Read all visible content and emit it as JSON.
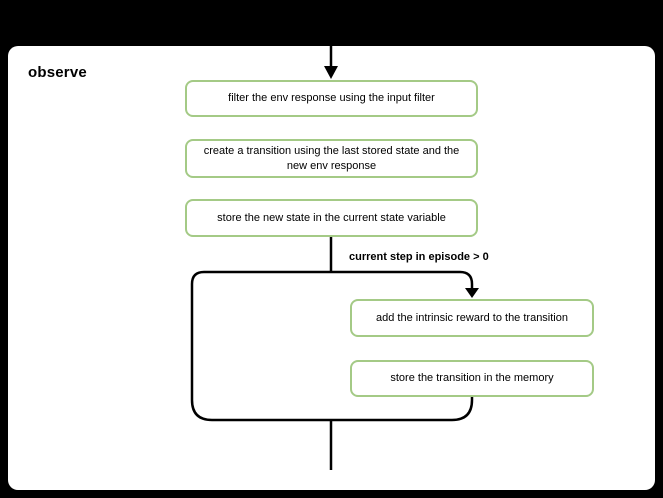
{
  "diagram": {
    "title": "observe",
    "nodes": {
      "filter_env": "filter the env response using the input filter",
      "create_transition": "create a transition using the last stored state and the new env response",
      "store_state": "store the new state in the current state variable",
      "add_intrinsic_reward": "add the intrinsic reward to the transition",
      "store_transition": "store the transition in the memory"
    },
    "branch_condition": "current step in episode > 0",
    "colors": {
      "node_border": "#a4ca86",
      "node_fill": "#ffffff",
      "connector": "#000000",
      "group_background": "#ffffff",
      "canvas_background": "#000000"
    }
  }
}
